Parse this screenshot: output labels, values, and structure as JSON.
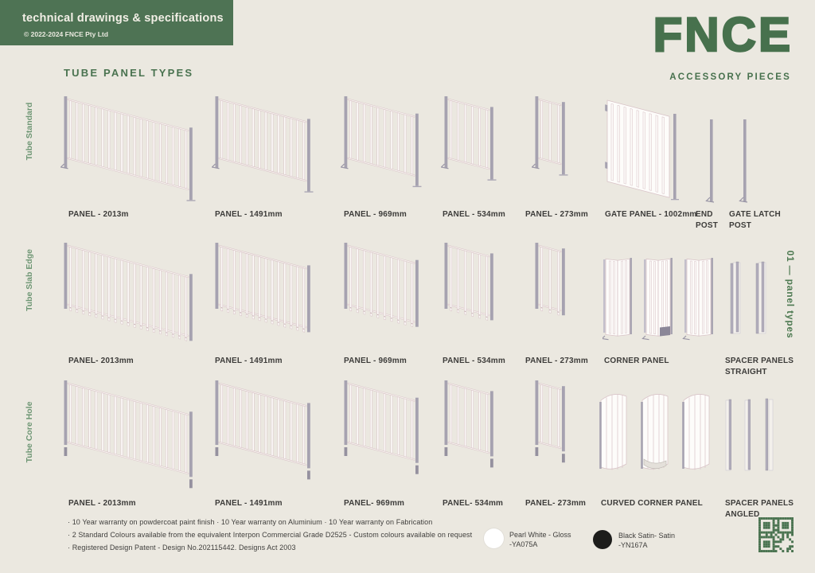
{
  "header": {
    "banner_title": "technical drawings & specifications",
    "banner_copyright": "© 2022-2024 FNCE Pty Ltd",
    "logo": "FNCE",
    "logo_subtitle": "ACCESSORY PIECES",
    "section_title": "TUBE PANEL TYPES"
  },
  "side_labels": {
    "right": "01 — panel types"
  },
  "rows": [
    {
      "section": "Tube Standard",
      "items": [
        {
          "label": "PANEL - 2013m"
        },
        {
          "label": "PANEL - 1491mm"
        },
        {
          "label": "PANEL - 969mm"
        },
        {
          "label": "PANEL - 534mm"
        },
        {
          "label": "PANEL - 273mm"
        },
        {
          "label": "GATE PANEL - 1002mm"
        },
        {
          "label": "END POST"
        },
        {
          "label": "GATE LATCH POST"
        }
      ]
    },
    {
      "section": "Tube Slab Edge",
      "items": [
        {
          "label": "PANEL- 2013mm"
        },
        {
          "label": "PANEL - 1491mm"
        },
        {
          "label": "PANEL - 969mm"
        },
        {
          "label": "PANEL - 534mm"
        },
        {
          "label": "PANEL - 273mm"
        },
        {
          "label": "CORNER PANEL"
        },
        {
          "label": "SPACER PANELS STRAIGHT"
        }
      ]
    },
    {
      "section": "Tube Core Hole",
      "items": [
        {
          "label": "PANEL - 2013mm"
        },
        {
          "label": "PANEL - 1491mm"
        },
        {
          "label": "PANEL- 969mm"
        },
        {
          "label": "PANEL- 534mm"
        },
        {
          "label": "PANEL- 273mm"
        },
        {
          "label": "CURVED CORNER PANEL"
        },
        {
          "label": "SPACER PANELS ANGLED"
        }
      ]
    }
  ],
  "footer": {
    "notes": [
      "· 10 Year warranty on powdercoat paint finish  · 10 Year warranty on Aluminium  · 10 Year warranty on Fabrication",
      "· 2 Standard Colours available from the equivalent Interpon Commercial Grade D2525 - Custom colours available on request",
      "· Registered Design Patent - Design No.202115442. Designs Act 2003"
    ],
    "swatches": [
      {
        "name": "Pearl White - Gloss",
        "code": "-YA075A",
        "color": "#ffffff"
      },
      {
        "name": "Black Satin- Satin",
        "code": "-YN167A",
        "color": "#1d1d1b"
      }
    ]
  },
  "colors": {
    "background": "#ebe8e0",
    "banner_green": "#4e7354",
    "brand_green": "#47714d",
    "qr_green": "#4a7350",
    "label_text": "#3d3c3a",
    "post_gray": "#a6a2b0",
    "tube_outline": "#d9c4c8"
  }
}
